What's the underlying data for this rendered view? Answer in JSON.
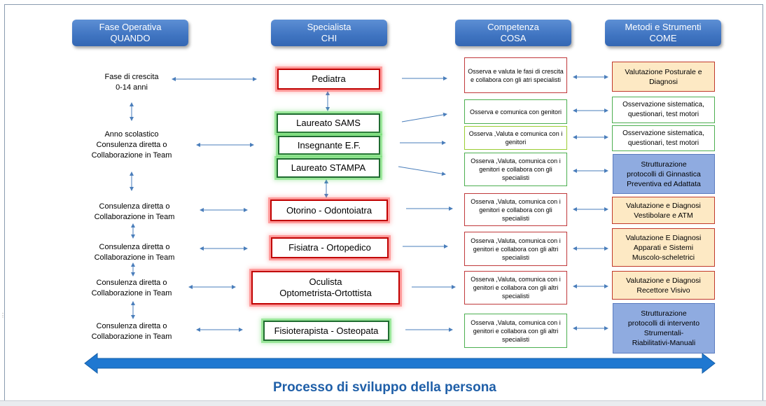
{
  "headers": {
    "when": [
      "Fase Operativa",
      "QUANDO"
    ],
    "who": [
      "Specialista",
      "CHI"
    ],
    "what": [
      "Competenza",
      "COSA"
    ],
    "how": [
      "Metodi e Strumenti",
      "COME"
    ]
  },
  "phases": [
    "Fase di crescita\n0-14 anni",
    "Anno scolastico\nConsulenza diretta o\nCollaborazione in Team",
    "Consulenza diretta o\nCollaborazione in Team",
    "Consulenza diretta o\nCollaborazione in Team",
    "Consulenza diretta o\nCollaborazione in Team",
    "Consulenza diretta o\nCollaborazione in Team"
  ],
  "specialists": [
    "Pediatra",
    "Laureato SAMS",
    "Insegnante E.F.",
    "Laureato STAMPA",
    "Otorino - Odontoiatra",
    "Fisiatra - Ortopedico",
    "Oculista\nOptometrista-Ortottista",
    "Fisioterapista - Osteopata"
  ],
  "competences": [
    "Osserva e valuta le fasi di crescita e collabora con gli atri specialisti",
    "Osserva e comunica con genitori",
    "Osserva ,Valuta e comunica con i genitori",
    "Osserva ,Valuta, comunica con i genitori e collabora con gli specialisti",
    "Osserva ,Valuta, comunica con i genitori e collabora con gli specialisti",
    "Osserva ,Valuta, comunica con i genitori e collabora con gli  altri specialisti",
    "Osserva ,Valuta, comunica con i genitori e collabora con gli altri specialisti",
    "Osserva ,Valuta, comunica con i genitori e collabora con gli altri specialisti"
  ],
  "methods": [
    "Valutazione Posturale e\nDiagnosi",
    "Osservazione sistematica,\nquestionari,  test motori",
    "Osservazione  sistematica,\nquestionari,   test motori",
    "Strutturazione\nprotocolli di Ginnastica\nPreventiva ed Adattata",
    "Valutazione e Diagnosi\nVestibolare e ATM",
    "Valutazione E Diagnosi\nApparati e Sistemi\nMuscolo-scheletrici",
    "Valutazione e Diagnosi\nRecettore Visivo",
    "Strutturazione\nprotocolli  di intervento\nStrumentali-\nRiabilitativi-Manuali"
  ],
  "footer": "Processo di sviluppo della persona",
  "colors": {
    "header_blue": "#3f74c1",
    "big_arrow": "#1f78d1",
    "small_arrow": "#4a7ebb",
    "red_border": "#c00000",
    "green_border": "#1f6b30",
    "method_orange": "#fde9c4",
    "method_blue": "#8fabe0",
    "footer_text": "#1f5fa8"
  }
}
